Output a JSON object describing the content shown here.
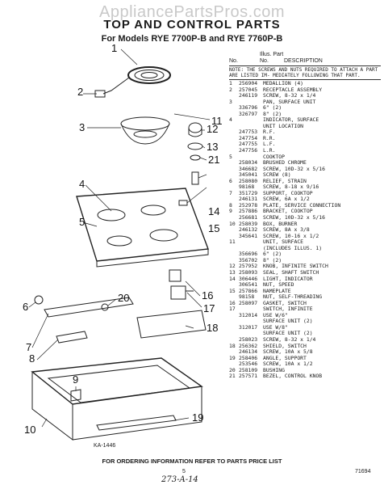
{
  "watermark": "AppliancePartsPros.com",
  "title": "TOP AND CONTROL PARTS",
  "subtitle": "For Models RYE 7700P-B and RYE 7760P-B",
  "parts_header": {
    "illus": "Illus.",
    "part": "Part",
    "no1": "No.",
    "no2": "No.",
    "desc": "DESCRIPTION"
  },
  "note": "NOTE: THE SCREWS AND NUTS REQUIRED TO ATTACH A PART ARE LISTED IM- MEDIATELY FOLLOWING THAT PART.",
  "parts": [
    [
      "1",
      "256904",
      "MEDALLION (4)"
    ],
    [
      "2",
      "257045",
      "RECEPTACLE ASSEMBLY"
    ],
    [
      "",
      "246119",
      "SCREW, 8-32 x 1/4"
    ],
    [
      "3",
      "",
      "PAN, SURFACE UNIT"
    ],
    [
      "",
      "336796",
      "6\" (2)"
    ],
    [
      "",
      "326797",
      "8\" (2)"
    ],
    [
      "4",
      "",
      "INDICATOR, SURFACE"
    ],
    [
      "",
      "",
      "UNIT LOCATION"
    ],
    [
      "",
      "247753",
      "R.F."
    ],
    [
      "",
      "247754",
      "R.R."
    ],
    [
      "",
      "247755",
      "L.F."
    ],
    [
      "",
      "247756",
      "L.R."
    ],
    [
      "5",
      "",
      "COOKTOP"
    ],
    [
      "",
      "258034",
      "BRUSHED CHROME"
    ],
    [
      "",
      "346682",
      "SCREW, 10D-32 x 5/16"
    ],
    [
      "",
      "345041",
      "SCREW (8)"
    ],
    [
      "6",
      "258080",
      "RELIEF, STRAIN"
    ],
    [
      "",
      "98168",
      "SCREW, 8-18 x 9/16"
    ],
    [
      "7",
      "351729",
      "SUPPORT, COOKTOP"
    ],
    [
      "",
      "246131",
      "SCREW, 6A x 1/2"
    ],
    [
      "8",
      "252978",
      "PLATE, SERVICE CONNECTION"
    ],
    [
      "9",
      "257886",
      "BRACKET, COOKTOP"
    ],
    [
      "",
      "256681",
      "SCREW, 10D-32 x 5/16"
    ],
    [
      "10",
      "258039",
      "BOX, BURNER"
    ],
    [
      "",
      "246132",
      "SCREW, 8A x 3/8"
    ],
    [
      "",
      "345641",
      "SCREW, 10-16 x 1/2"
    ],
    [
      "11",
      "",
      "UNIT, SURFACE"
    ],
    [
      "",
      "",
      "(INCLUDES ILLUS. 1)"
    ],
    [
      "",
      "356696",
      "6\" (2)"
    ],
    [
      "",
      "356702",
      "8\" (2)"
    ],
    [
      "12",
      "257952",
      "KNOB, INFINITE SWITCH"
    ],
    [
      "13",
      "258093",
      "SEAL, SHAFT SWITCH"
    ],
    [
      "14",
      "306446",
      "LIGHT, INDICATOR"
    ],
    [
      "",
      "306541",
      "NUT, SPEED"
    ],
    [
      "15",
      "257866",
      "NAMEPLATE"
    ],
    [
      "",
      "98158",
      "NUT, SELF-THREADING"
    ],
    [
      "16",
      "258097",
      "GASKET, SWITCH"
    ],
    [
      "17",
      "",
      "SWITCH, INFINITE"
    ],
    [
      "",
      "312014",
      "USE W/6\""
    ],
    [
      "",
      "",
      "SURFACE UNIT (2)"
    ],
    [
      "",
      "312017",
      "USE W/8\""
    ],
    [
      "",
      "",
      "SURFACE UNIT (2)"
    ],
    [
      "",
      "258023",
      "SCREW, 8-32 x 1/4"
    ],
    [
      "18",
      "256362",
      "SHIELD, SWITCH"
    ],
    [
      "",
      "246134",
      "SCREW, 10A x 5/8"
    ],
    [
      "19",
      "258406",
      "ANGLE, SUPPORT"
    ],
    [
      "",
      "253546",
      "SCREW, 10A x 1/2"
    ],
    [
      "20",
      "258109",
      "BUSHING"
    ],
    [
      "21",
      "257571",
      "BEZEL, CONTROL KNOB"
    ]
  ],
  "callouts": [
    "1",
    "2",
    "3",
    "4",
    "5",
    "6",
    "7",
    "8",
    "9",
    "10",
    "11",
    "12",
    "13",
    "14",
    "15",
    "16",
    "17",
    "18",
    "19",
    "20",
    "21"
  ],
  "figure_code": "KA-1446",
  "footer": "FOR ORDERING INFORMATION REFER TO PARTS PRICE LIST",
  "page_number": "5",
  "handwritten": "273-A-14",
  "doc_code": "71694"
}
